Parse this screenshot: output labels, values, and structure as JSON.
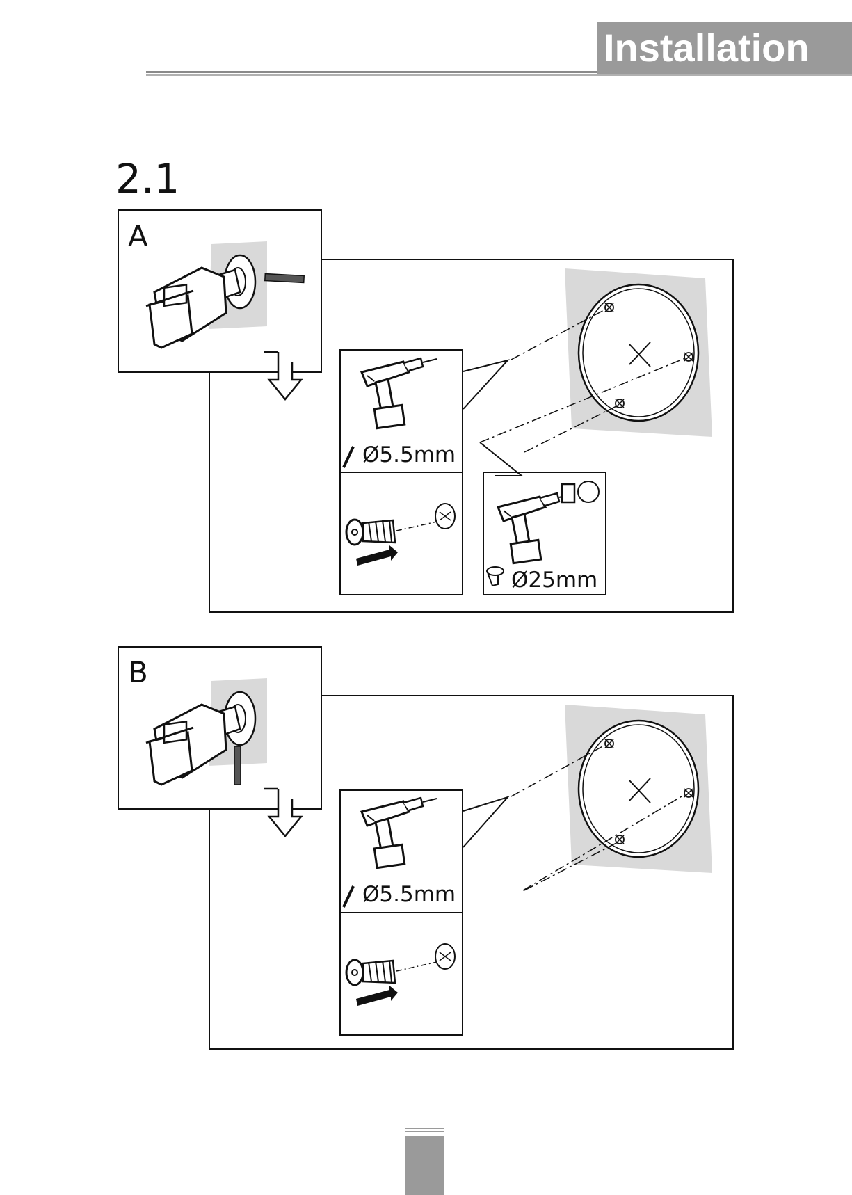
{
  "header": {
    "title": "Installation"
  },
  "section": {
    "number": "2.1"
  },
  "panels": [
    {
      "label": "A",
      "drill_bit": "Ø5.5mm",
      "hole_saw": "Ø25mm"
    },
    {
      "label": "B",
      "drill_bit": "Ø5.5mm"
    }
  ],
  "colors": {
    "header_tab": "#9a9a9a",
    "wall": "#d9d9d9",
    "line": "#111111"
  },
  "icons": [
    "camera-icon",
    "drill-icon",
    "drill-bit-icon",
    "wall-anchor-icon",
    "hole-saw-icon",
    "arrow-down-icon",
    "arrow-right-icon",
    "wall-template-icon"
  ]
}
